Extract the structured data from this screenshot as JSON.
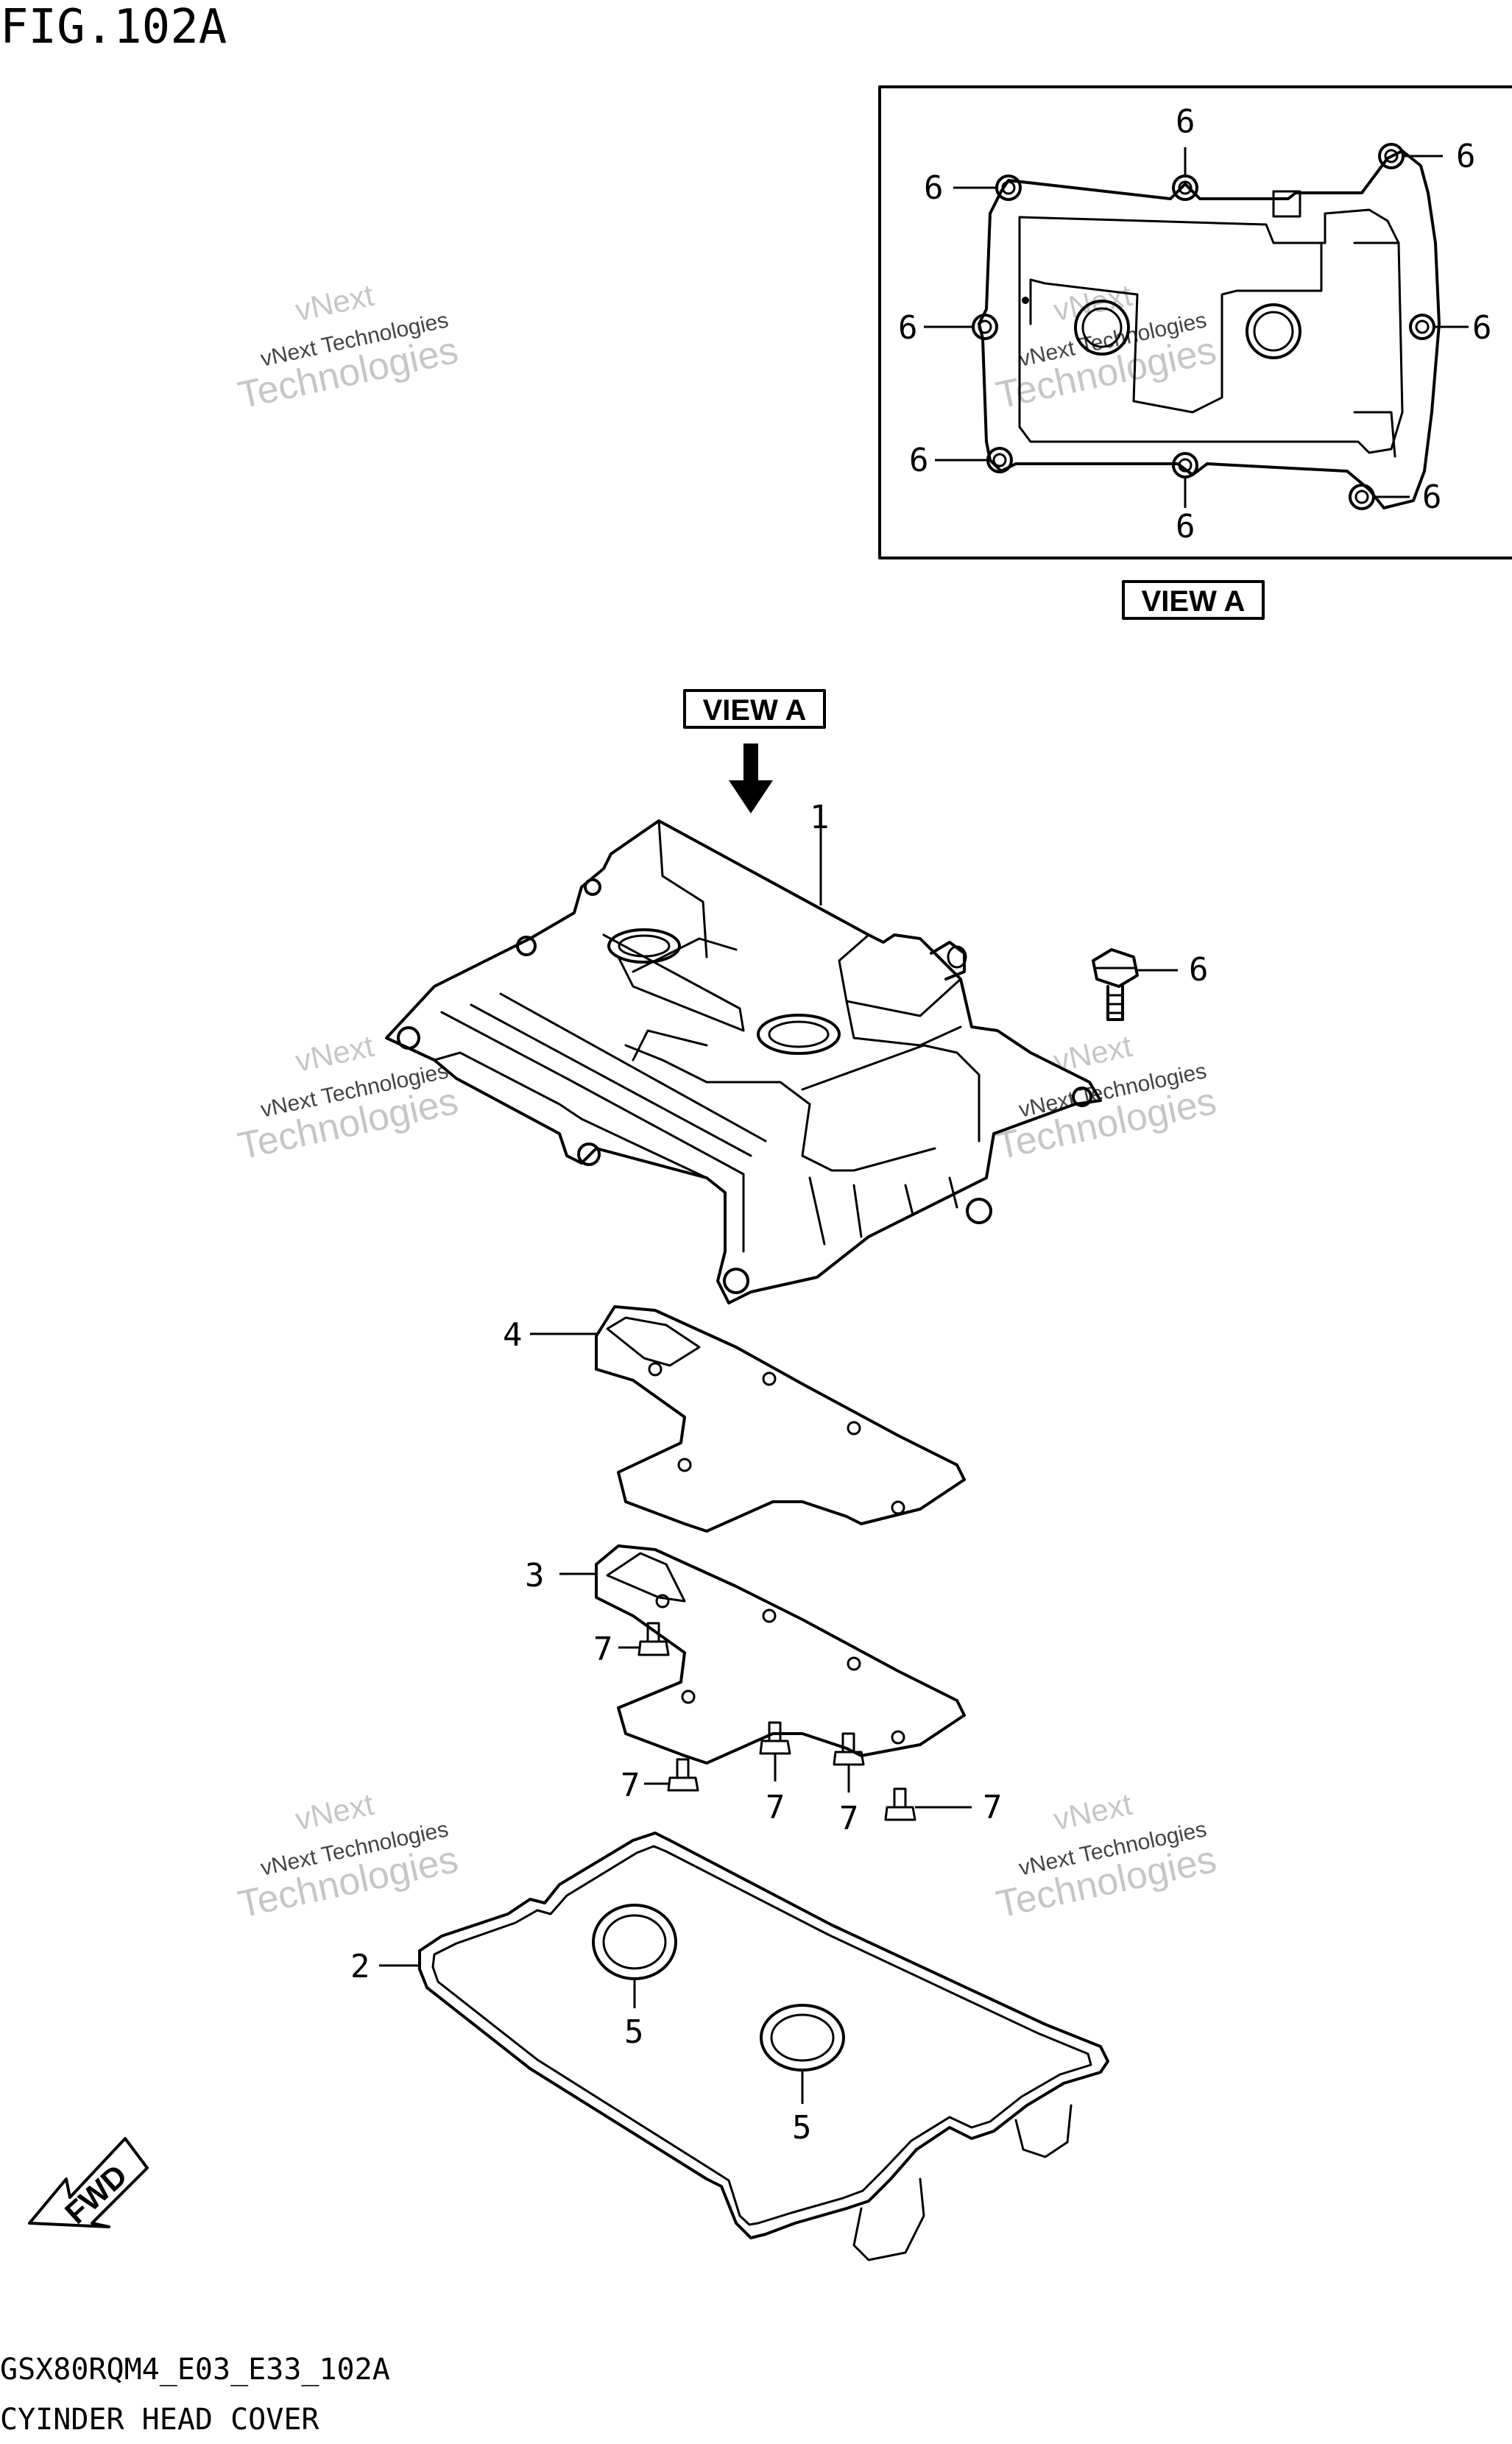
{
  "figure": {
    "title": "FIG.102A",
    "model_code": "GSX80RQM4_E03_E33_102A",
    "caption": "CYINDER HEAD COVER"
  },
  "view": {
    "boxed_label": "VIEW A",
    "pointer_label": "VIEW A"
  },
  "fwd_label": "FWD",
  "watermark": {
    "line1": "vNext",
    "line2": "vNext Technologies",
    "line3": "Technologies"
  },
  "callouts": {
    "part_1": "1",
    "part_2": "2",
    "part_3": "3",
    "part_4": "4",
    "part_5a": "5",
    "part_5b": "5",
    "part_6_main": "6",
    "view_6_top": "6",
    "view_6_topleft": "6",
    "view_6_topright": "6",
    "view_6_left": "6",
    "view_6_right": "6",
    "view_6_bottomleft": "6",
    "view_6_bottom": "6",
    "view_6_bottomright": "6",
    "part_7a": "7",
    "part_7b": "7",
    "part_7c": "7",
    "part_7d": "7",
    "part_7e": "7"
  }
}
